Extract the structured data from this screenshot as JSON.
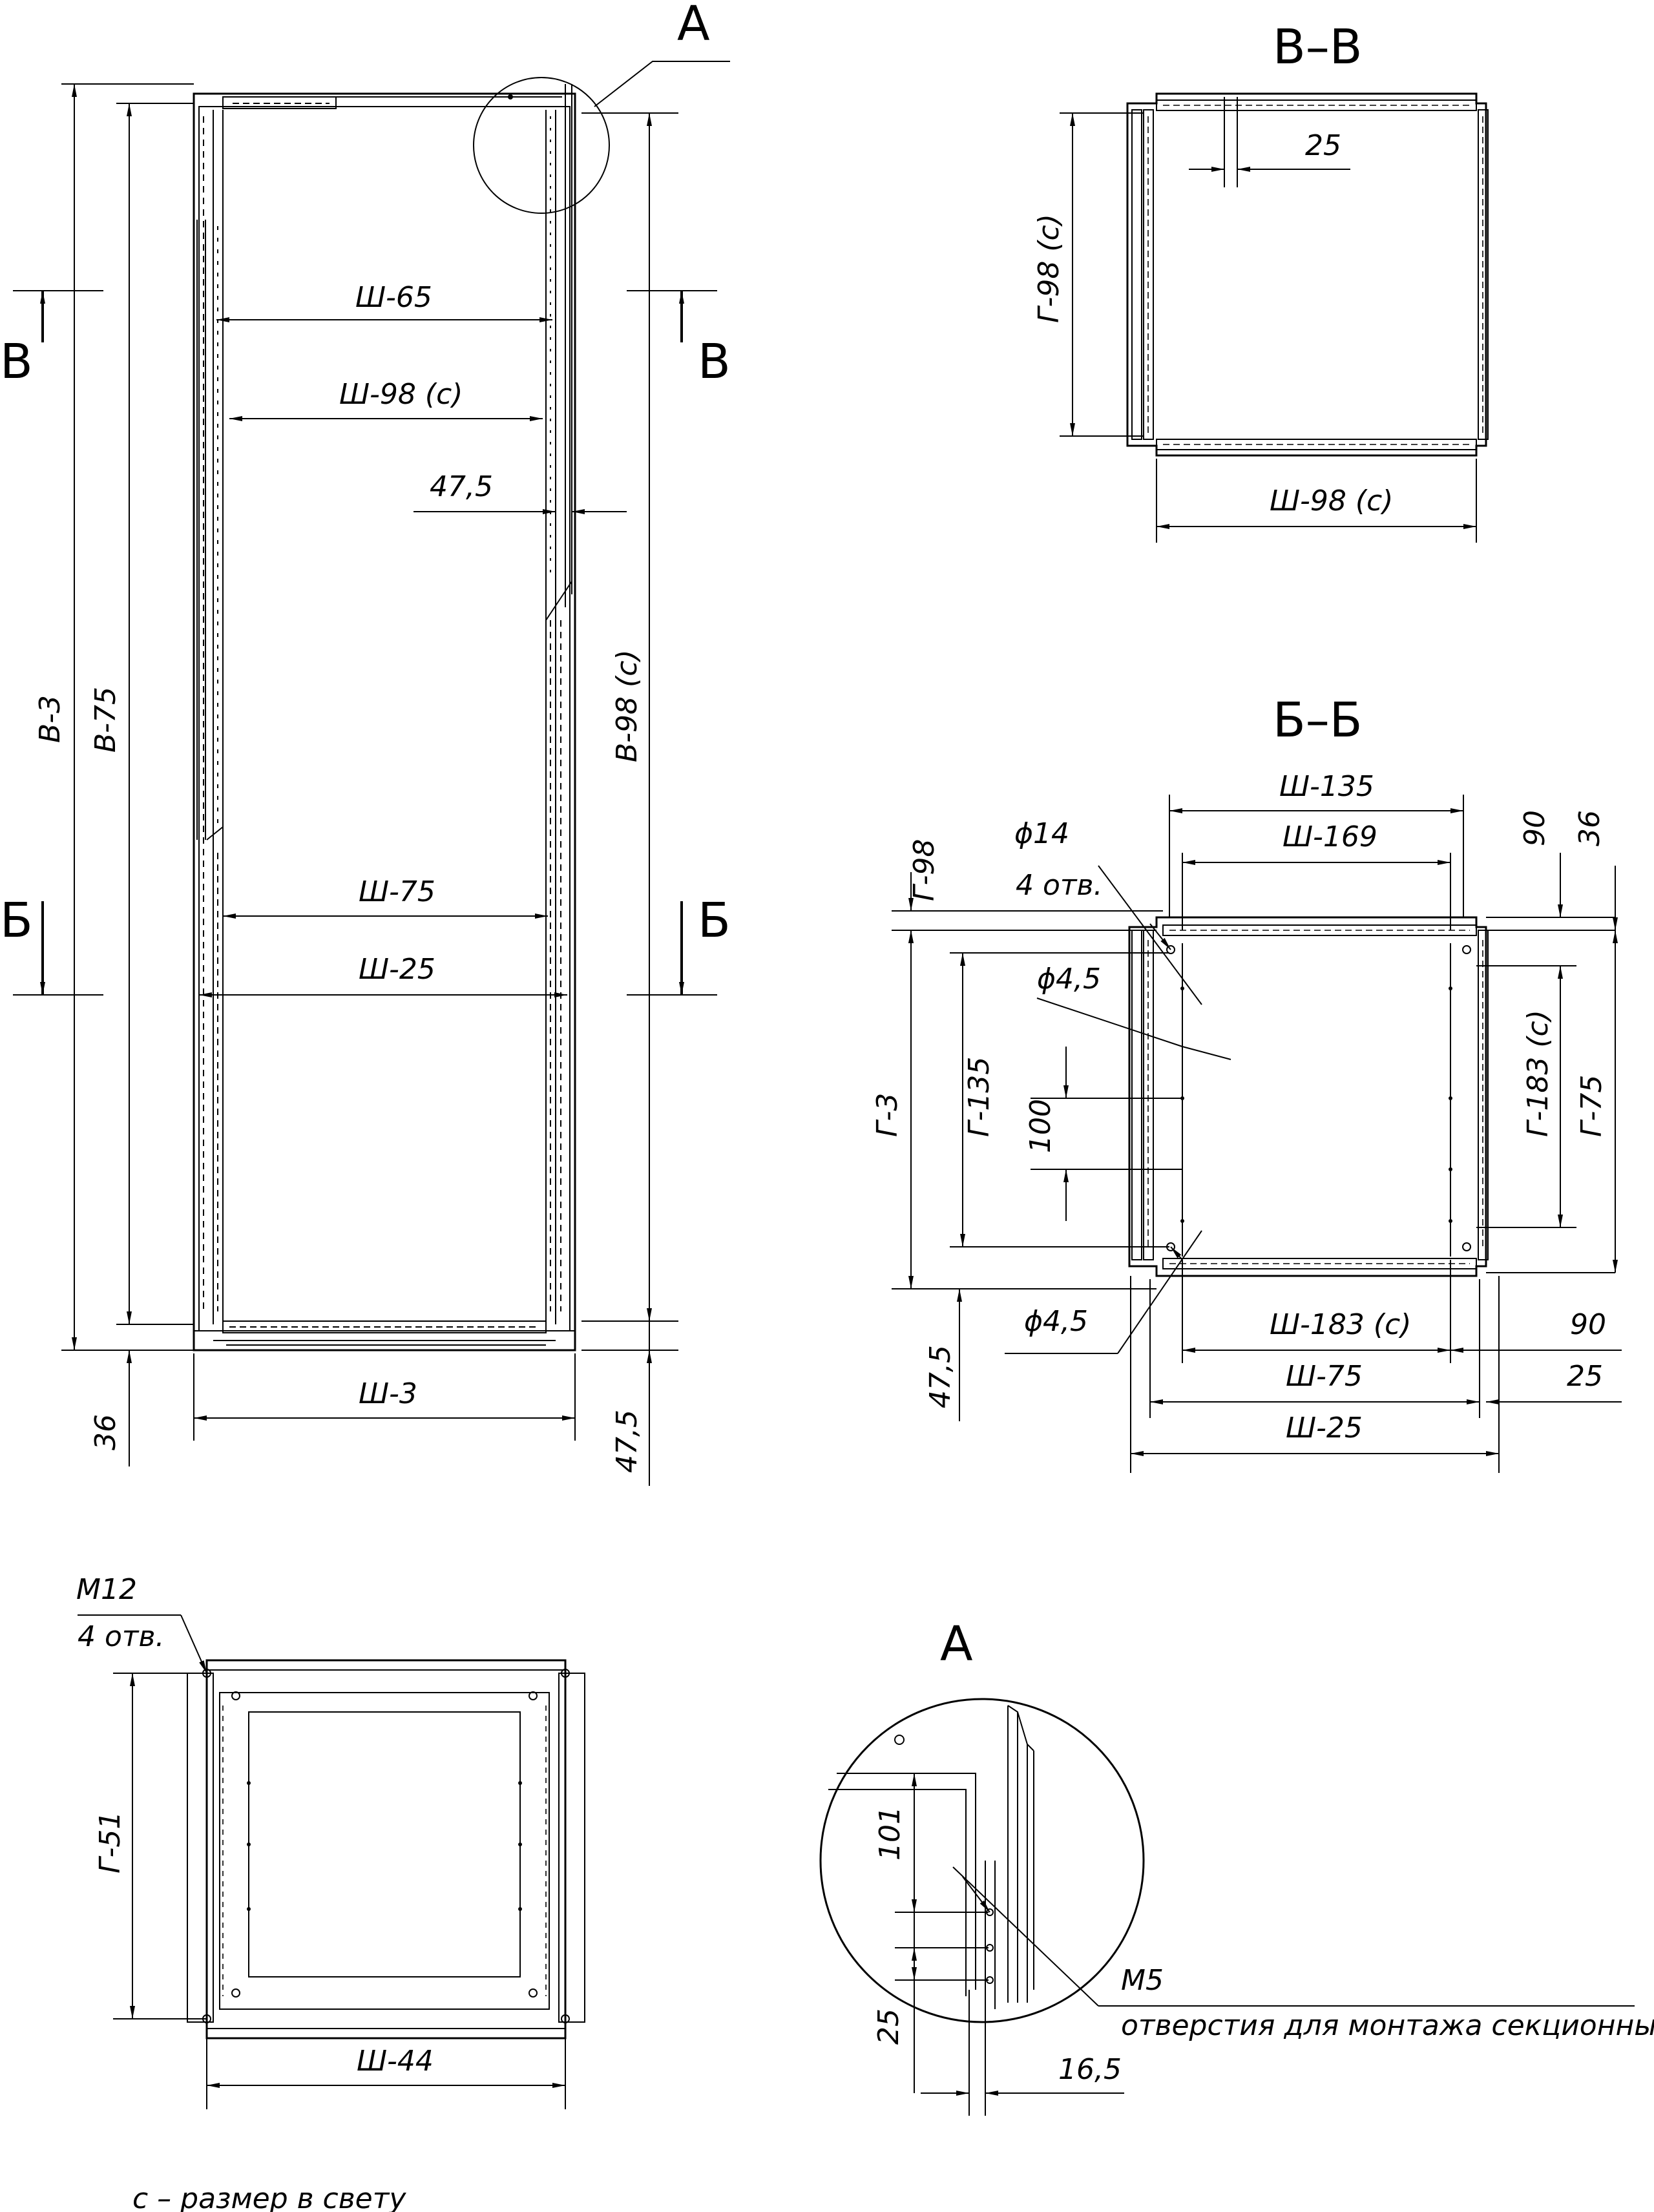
{
  "views": {
    "front": {
      "callout_A": "А",
      "section_B": "В",
      "section_Б": "Б",
      "dims": {
        "w65": "Ш-65",
        "w98c": "Ш-98 (с)",
        "d47_5_top": "47,5",
        "w75": "Ш-75",
        "w25": "Ш-25",
        "w3": "Ш-3",
        "h_b3": "В-3",
        "h_b75": "В-75",
        "h_b98c": "В-98 (с)",
        "d36": "36",
        "d47_5_bottom": "47,5"
      }
    },
    "section_bb": {
      "title": "В–В",
      "dims": {
        "d25": "25",
        "g98c": "Г-98 (с)",
        "w98c": "Ш-98 (с)"
      }
    },
    "section_ББ": {
      "title": "Б–Б",
      "dims": {
        "w135": "Ш-135",
        "w169": "Ш-169",
        "phi14": "ϕ14",
        "holes4": "4 отв.",
        "phi4_5_top": "ϕ4,5",
        "g98": "Г-98",
        "d90_top": "90",
        "d36": "36",
        "g3": "Г-3",
        "g135": "Г-135",
        "d100": "100",
        "g183c": "Г-183 (с)",
        "g75": "Г-75",
        "phi4_5_bottom": "ϕ4,5",
        "w183c": "Ш-183 (с)",
        "d90_bottom": "90",
        "w75": "Ш-75",
        "d25": "25",
        "d47_5": "47,5",
        "w25": "Ш-25"
      }
    },
    "base": {
      "m12": "М12",
      "holes4": "4 отв.",
      "g51": "Г-51",
      "w44": "Ш-44"
    },
    "detail_A": {
      "title": "А",
      "d101": "101",
      "m5": "М5",
      "note": "отверстия для монтажа секционных дверей",
      "d25": "25",
      "d16_5": "16,5"
    }
  },
  "footnote": "с – размер в свету"
}
